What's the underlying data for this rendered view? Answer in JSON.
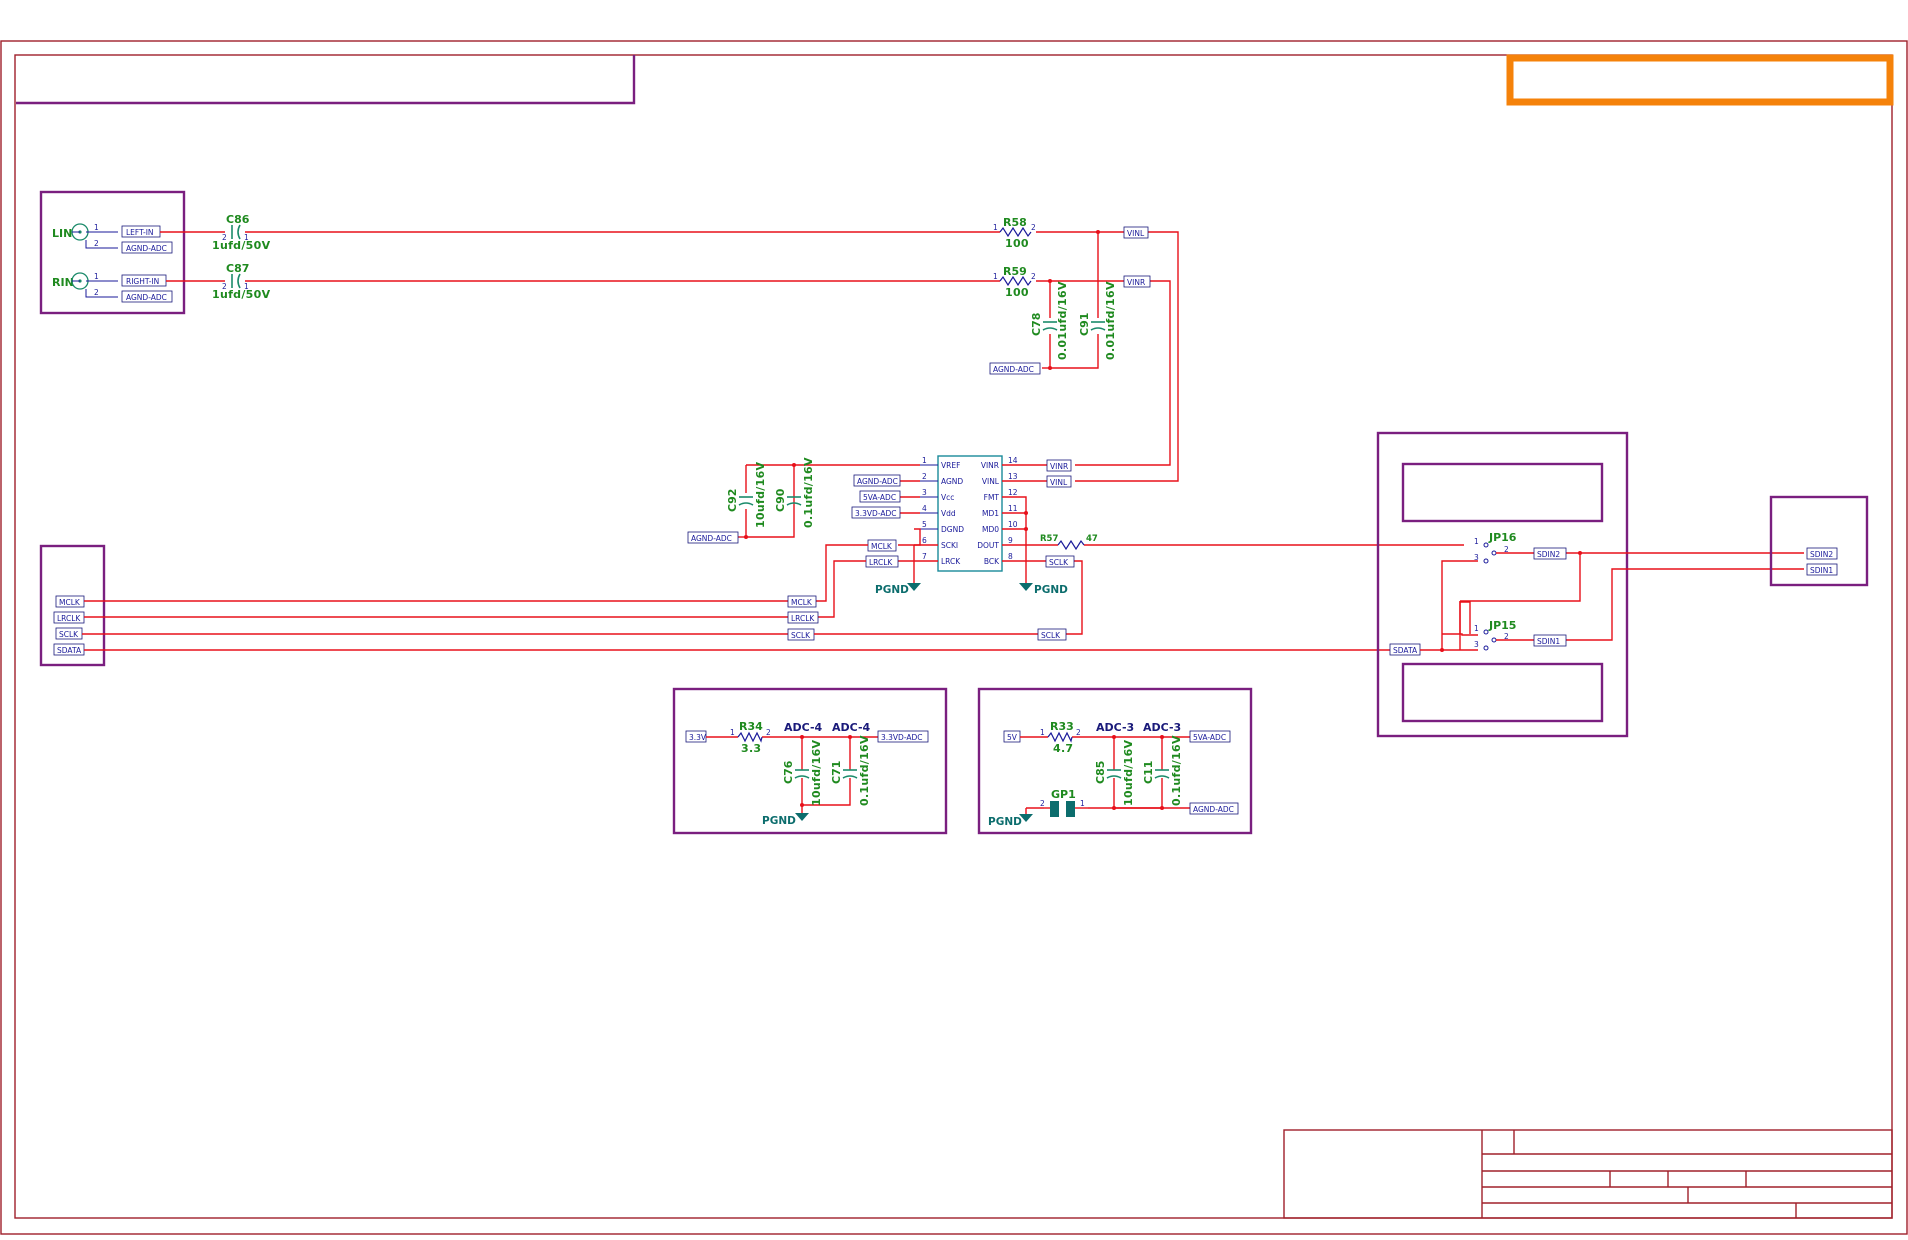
{
  "connectors": {
    "lin": {
      "ref": "LIN",
      "pin1": "1",
      "pin2": "2",
      "net1": "LEFT-IN",
      "net2": "AGND-ADC"
    },
    "rin": {
      "ref": "RIN",
      "pin1": "1",
      "pin2": "2",
      "net1": "RIGHT-IN",
      "net2": "AGND-ADC"
    }
  },
  "caps": {
    "c86": {
      "ref": "C86",
      "value": "1ufd/50V",
      "p1": "2",
      "p2": "1"
    },
    "c87": {
      "ref": "C87",
      "value": "1ufd/50V",
      "p1": "2",
      "p2": "1"
    },
    "c78": {
      "ref": "C78",
      "value": "0.01ufd/16V"
    },
    "c91": {
      "ref": "C91",
      "value": "0.01ufd/16V"
    },
    "c92": {
      "ref": "C92",
      "value": "10ufd/16V"
    },
    "c90": {
      "ref": "C90",
      "value": "0.1ufd/16V"
    },
    "c76": {
      "ref": "C76",
      "value": "10ufd/16V"
    },
    "c71": {
      "ref": "C71",
      "value": "0.1ufd/16V"
    },
    "c85": {
      "ref": "C85",
      "value": "10ufd/16V"
    },
    "c11": {
      "ref": "C11",
      "value": "0.1ufd/16V"
    }
  },
  "resistors": {
    "r58": {
      "ref": "R58",
      "value": "100",
      "p1": "1",
      "p2": "2"
    },
    "r59": {
      "ref": "R59",
      "value": "100",
      "p1": "1",
      "p2": "2"
    },
    "r57": {
      "ref": "R57",
      "value": "47"
    },
    "r34": {
      "ref": "R34",
      "value": "3.3",
      "p1": "1",
      "p2": "2"
    },
    "r33": {
      "ref": "R33",
      "value": "4.7",
      "p1": "1",
      "p2": "2"
    }
  },
  "nets": {
    "vinl": "VINL",
    "vinr": "VINR",
    "agnd_adc": "AGND-ADC",
    "mclk": "MCLK",
    "lrclk": "LRCLK",
    "sclk": "SCLK",
    "sdata": "SDATA",
    "sdin1": "SDIN1",
    "sdin2": "SDIN2",
    "pgnd": "PGND",
    "v5va_adc": "5VA-ADC",
    "v33vd_adc": "3.3VD-ADC",
    "v33": "3.3V",
    "v5": "5V",
    "adc4": "ADC-4",
    "adc3": "ADC-3"
  },
  "ic": {
    "left_pins": [
      {
        "num": "1",
        "name": "VREF"
      },
      {
        "num": "2",
        "name": "AGND"
      },
      {
        "num": "3",
        "name": "Vcc"
      },
      {
        "num": "4",
        "name": "Vdd"
      },
      {
        "num": "5",
        "name": "DGND"
      },
      {
        "num": "6",
        "name": "SCKI"
      },
      {
        "num": "7",
        "name": "LRCK"
      }
    ],
    "right_pins": [
      {
        "num": "14",
        "name": "VINR"
      },
      {
        "num": "13",
        "name": "VINL"
      },
      {
        "num": "12",
        "name": "FMT"
      },
      {
        "num": "11",
        "name": "MD1"
      },
      {
        "num": "10",
        "name": "MD0"
      },
      {
        "num": "9",
        "name": "DOUT"
      },
      {
        "num": "8",
        "name": "BCK"
      }
    ]
  },
  "jumpers": {
    "jp16": {
      "ref": "JP16",
      "p1": "1",
      "p2": "2",
      "p3": "3"
    },
    "jp15": {
      "ref": "JP15",
      "p1": "1",
      "p2": "2",
      "p3": "3"
    },
    "gp1": {
      "ref": "GP1",
      "p1": "2",
      "p2": "1"
    }
  }
}
